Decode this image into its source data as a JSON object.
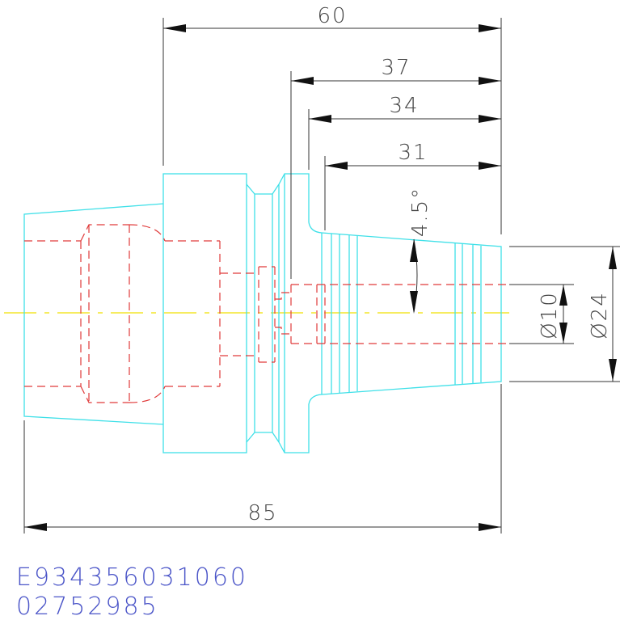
{
  "drawing": {
    "dimensions": {
      "overall_length": "85",
      "head_length": "60",
      "len_37": "37",
      "len_34": "34",
      "len_31": "31",
      "angle": "4.5°",
      "bore_dia": "Ø10",
      "tip_dia": "Ø24"
    },
    "part_code": "E934356031060",
    "serial_code": "02752985",
    "colors": {
      "outline": "#3fe0e8",
      "hidden_lines": "#e03a3a",
      "center_line": "#f0e000",
      "dimension_lines": "#333333",
      "code_text": "#4b55c8"
    }
  }
}
